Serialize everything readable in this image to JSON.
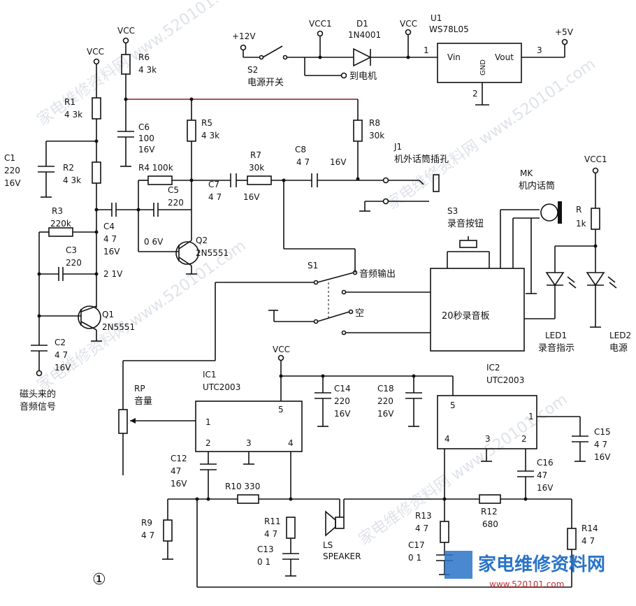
{
  "watermark": "家电维修资料网 www.520101.com",
  "figure_number": "①",
  "logo": {
    "title": "家电维修资料网",
    "url": "www.520101.com"
  },
  "labels": {
    "vcc_r6": "VCC",
    "vcc_r1": "VCC",
    "vcc1_top": "VCC1",
    "vcc_d1": "VCC",
    "vcc_ic": "VCC",
    "vcc1_led": "VCC1",
    "plus12": "+12V",
    "plus5": "+5V",
    "s2": "S2",
    "s2_desc": "电源开关",
    "to_motor": "到电机",
    "d1": "D1",
    "d1_part": "1N4001",
    "u1": "U1",
    "u1_part": "WS78L05",
    "u1_vin": "Vin",
    "u1_vout": "Vout",
    "u1_gnd": "GND",
    "u1_pin1": "1",
    "u1_pin2": "2",
    "u1_pin3": "3",
    "r6": "R6",
    "r6_val": "4 3k",
    "r1": "R1",
    "r1_val": "4 3k",
    "c6": "C6",
    "c6_val1": "100",
    "c6_val2": "16V",
    "r5": "R5",
    "r5_val": "4 3k",
    "r8": "R8",
    "r8_val": "30k",
    "c1": "C1",
    "c1_val1": "220",
    "c1_val2": "16V",
    "r2": "R2",
    "r2_val": "4 3k",
    "r4": "R4 100k",
    "r7": "R7",
    "r7_val": "30k",
    "c8": "C8",
    "c8_val": "4 7",
    "c8_v": "16V",
    "j1": "J1",
    "j1_desc": "机外话筒插孔",
    "c5": "C5",
    "c5_val": "220",
    "c7": "C7",
    "c7_val": "4 7",
    "c7_v": "16V",
    "r3": "R3",
    "r3_val": "220k",
    "c4": "C4",
    "c4_val1": "4 7",
    "c4_val2": "16V",
    "q2_v": "0 6V",
    "q2": "Q2",
    "q2_part": "2N5551",
    "c3": "C3",
    "c3_val": "220",
    "q1_v": "2 1V",
    "q1": "Q1",
    "q1_part": "2N5551",
    "c2": "C2",
    "c2_val1": "4 7",
    "c2_val2": "16V",
    "src1": "磁头来的",
    "src2": "音频信号",
    "mk": "MK",
    "mk_desc": "机内话筒",
    "s3": "S3",
    "s3_desc": "录音按钮",
    "r_led": "R",
    "r_led_val": "1k",
    "s1": "S1",
    "s1_out": "音频输出",
    "s1_empty": "空",
    "board": "20秒录音板",
    "led1": "LED1",
    "led1_desc": "录音指示",
    "led2": "LED2",
    "led2_desc": "电源",
    "rp": "RP",
    "rp_desc": "音量",
    "ic1": "IC1",
    "ic1_part": "UTC2003",
    "ic2": "IC2",
    "ic2_part": "UTC2003",
    "ic1_p1": "1",
    "ic1_p2": "2",
    "ic1_p3": "3",
    "ic1_p4": "4",
    "ic1_p5": "5",
    "ic2_p1": "1",
    "ic2_p2": "2",
    "ic2_p3": "3",
    "ic2_p4": "4",
    "ic2_p5": "5",
    "c14": "C14",
    "c14_val1": "220",
    "c14_val2": "16V",
    "c18": "C18",
    "c18_val1": "220",
    "c18_val2": "16V",
    "c15": "C15",
    "c15_val1": "4 7",
    "c15_val2": "16V",
    "c12": "C12",
    "c12_val1": "47",
    "c12_val2": "16V",
    "c16": "C16",
    "c16_val1": "47",
    "c16_val2": "16V",
    "r10": "R10 330",
    "r12": "R12",
    "r12_val": "680",
    "r9": "R9",
    "r9_val": "4 7",
    "r11": "R11",
    "r11_val": "4 7",
    "c13": "C13",
    "c13_val": "0 1",
    "ls": "LS",
    "ls_desc": "SPEAKER",
    "r13": "R13",
    "r13_val": "4 7",
    "c17": "C17",
    "c17_val": "0 1",
    "r14": "R14",
    "r14_val": "4 7"
  }
}
